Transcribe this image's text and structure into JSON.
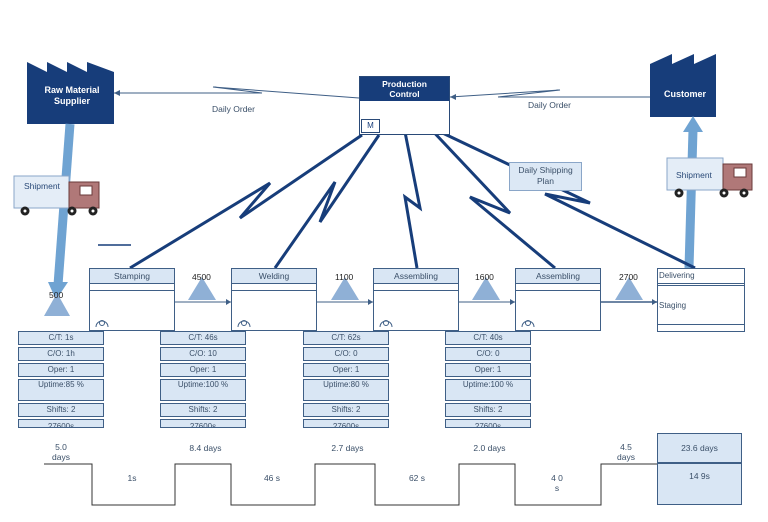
{
  "supplier": {
    "label_line1": "Raw Material",
    "label_line2": "Supplier"
  },
  "customer": {
    "label": "Customer"
  },
  "production_control": {
    "line1": "Production",
    "line2": "Control",
    "m": "M"
  },
  "daily_order_left": "Daily Order",
  "daily_order_right": "Daily Order",
  "daily_shipping_plan": {
    "line1": "Daily Shipping",
    "line2": "Plan"
  },
  "shipment_left": "Shipment",
  "shipment_right": "Shipment",
  "inventory": [
    "500",
    "4500",
    "1100",
    "1600",
    "2700"
  ],
  "processes": [
    {
      "title": "Stamping",
      "rows": [
        "C/T: 1s",
        "C/O: 1h",
        "Oper: 1",
        "Uptime:85 %",
        "Shifts: 2",
        "27600s"
      ]
    },
    {
      "title": "Welding",
      "rows": [
        "C/T: 46s",
        "C/O: 10",
        "Oper: 1",
        "Uptime:100 %",
        "Shifts: 2",
        "27600s"
      ]
    },
    {
      "title": "Assembling",
      "rows": [
        "C/T: 62s",
        "C/O: 0",
        "Oper: 1",
        "Uptime:80 %",
        "Shifts: 2",
        "27600s"
      ]
    },
    {
      "title": "Assembling",
      "rows": [
        "C/T: 40s",
        "C/O: 0",
        "Oper: 1",
        "Uptime:100 %",
        "Shifts: 2",
        "27600s"
      ]
    }
  ],
  "delivering": {
    "title": "Delivering",
    "staging": "Staging"
  },
  "timeline": {
    "days": [
      "5.0 days",
      "8.4 days",
      "2.7 days",
      "2.0 days",
      "4.5 days"
    ],
    "seconds": [
      "1s",
      "46 s",
      "62 s",
      "4 0 s"
    ],
    "total_days": "23.6 days",
    "total_seconds": "14 9s"
  },
  "colors": {
    "dark_blue": "#173d7a",
    "light_blue_arrow": "#6fa3d2",
    "box_fill": "#d9e6f4",
    "triangle": "#8fb0d6"
  }
}
